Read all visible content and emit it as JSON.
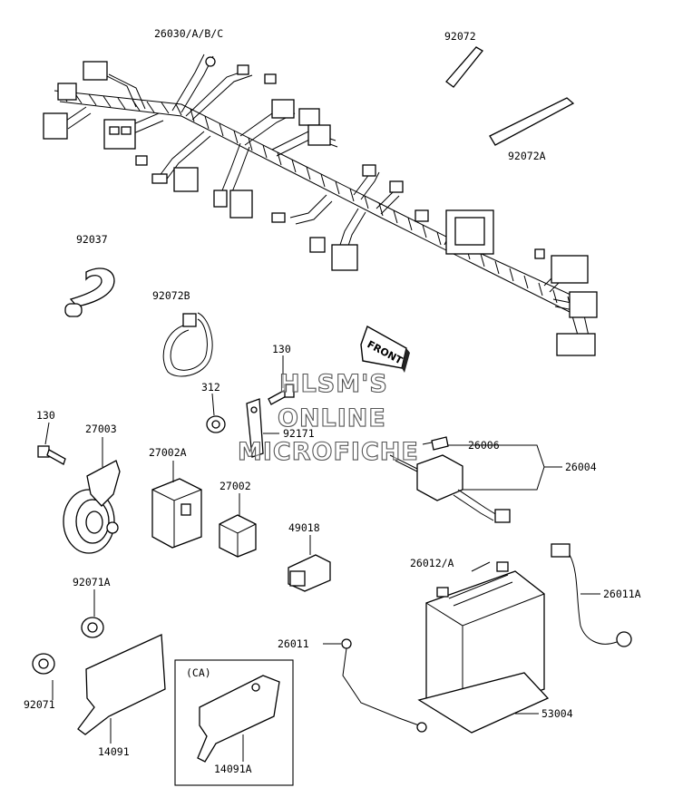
{
  "labels": {
    "harness": "26030/A/B/C",
    "clamp_band": "92072",
    "clamp_band_a": "92072A",
    "clamp_92037": "92037",
    "band_b": "92072B",
    "bolt_130_top": "130",
    "nut_312": "312",
    "bracket_92171": "92171",
    "bolt_130_left": "130",
    "horn": "27003",
    "relay_27002a": "27002A",
    "relay_27002": "27002",
    "connector_49018": "49018",
    "fuse_26006": "26006",
    "fuse_holder_26004": "26004",
    "battery": "26012/A",
    "lead_26011a": "26011A",
    "lead_26011": "26011",
    "battery_pad": "53004",
    "grommet_92071a": "92071A",
    "grommet_92071": "92071",
    "cover_14091": "14091",
    "cover_14091a": "14091A",
    "ca_region": "(CA)"
  },
  "front_arrow": "FRONT",
  "watermark": [
    "HLSM'S",
    "ONLINE",
    "MICROFICHE"
  ]
}
